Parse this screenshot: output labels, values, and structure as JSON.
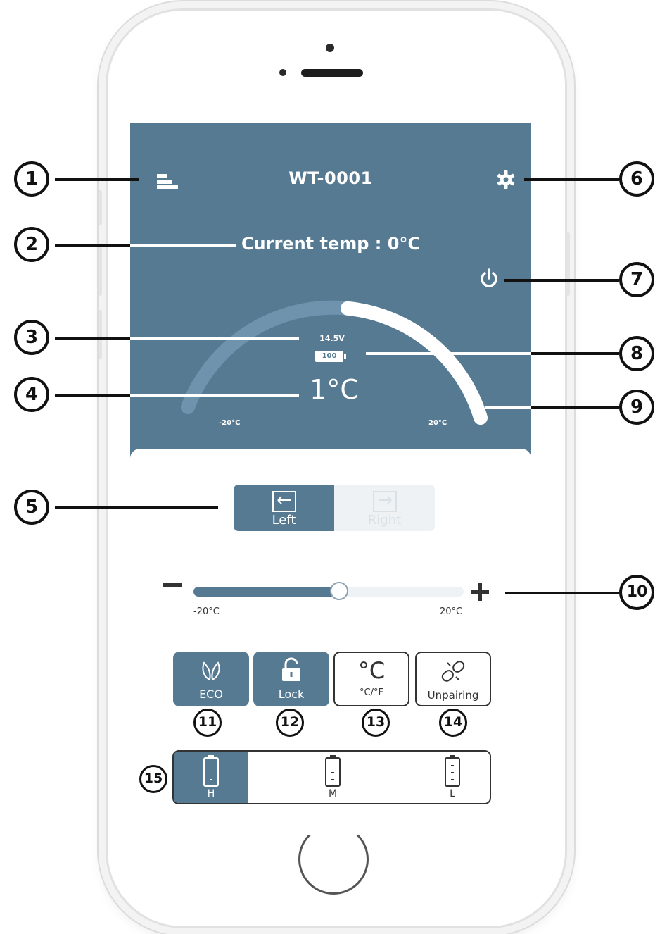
{
  "app": {
    "device_name": "WT-0001",
    "current_temp_label": "Current temp : 0°C",
    "voltage": "14.5V",
    "battery_percent": "100",
    "battery_level_fraction": 1.0,
    "set_temperature": "1°C",
    "range_min": "-20°C",
    "range_max": "20°C",
    "arc_progress_fraction": 0.525
  },
  "zone_toggle": {
    "left_label": "Left",
    "right_label": "Right",
    "selected": "Left"
  },
  "slider": {
    "min_label": "-20°C",
    "max_label": "20°C",
    "value_fraction": 0.54
  },
  "functions": [
    {
      "label": "ECO",
      "icon": "leaf-icon",
      "active": true
    },
    {
      "label": "Lock",
      "icon": "unlock-icon",
      "active": true
    },
    {
      "label": "°C/°F",
      "icon": "celsius-icon",
      "glyph": "°C",
      "active": false
    },
    {
      "label": "Unpairing",
      "icon": "unlink-icon",
      "active": false
    }
  ],
  "power_modes": [
    {
      "label": "H",
      "icon": "battery-high-icon",
      "active": true
    },
    {
      "label": "M",
      "icon": "battery-medium-icon",
      "active": false
    },
    {
      "label": "L",
      "icon": "battery-low-icon",
      "active": false
    }
  ],
  "annotations": [
    "1",
    "2",
    "3",
    "4",
    "5",
    "6",
    "7",
    "8",
    "9",
    "10",
    "11",
    "12",
    "13",
    "14",
    "15"
  ],
  "colors": {
    "primary": "#577a93",
    "arc_track": "#6f92ad",
    "inactive": "#eef2f5",
    "annotation": "#111111"
  }
}
